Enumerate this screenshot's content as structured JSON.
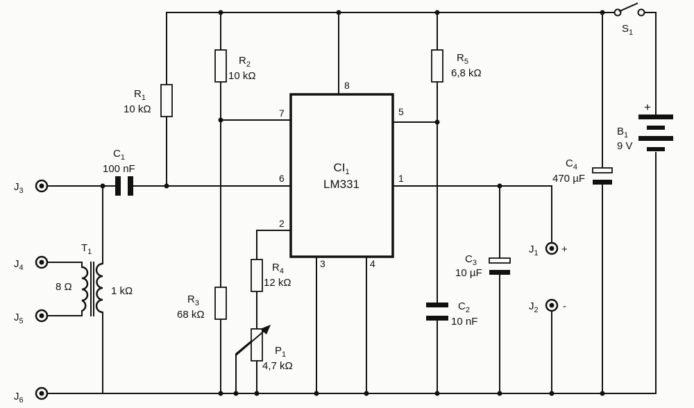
{
  "ic": {
    "name": "CI",
    "sub": "1",
    "part": "LM331",
    "pins": {
      "p1": "1",
      "p2": "2",
      "p3": "3",
      "p4": "4",
      "p5": "5",
      "p6": "6",
      "p7": "7",
      "p8": "8"
    }
  },
  "resistors": {
    "r1": {
      "name": "R",
      "sub": "1",
      "value": "10 kΩ"
    },
    "r2": {
      "name": "R",
      "sub": "2",
      "value": "10 kΩ"
    },
    "r3": {
      "name": "R",
      "sub": "3",
      "value": "68 kΩ"
    },
    "r4": {
      "name": "R",
      "sub": "4",
      "value": "12 kΩ"
    },
    "r5": {
      "name": "R",
      "sub": "5",
      "value": "6,8 kΩ"
    }
  },
  "pot": {
    "name": "P",
    "sub": "1",
    "value": "4,7 kΩ"
  },
  "capacitors": {
    "c1": {
      "name": "C",
      "sub": "1",
      "value": "100 nF"
    },
    "c2": {
      "name": "C",
      "sub": "2",
      "value": "10 nF"
    },
    "c3": {
      "name": "C",
      "sub": "3",
      "value": "10 µF"
    },
    "c4": {
      "name": "C",
      "sub": "4",
      "value": "470 µF"
    }
  },
  "transformer": {
    "name": "T",
    "sub": "1",
    "primary": "8 Ω",
    "secondary": "1 kΩ"
  },
  "battery": {
    "name": "B",
    "sub": "1",
    "value": "9 V",
    "plus": "+"
  },
  "switch": {
    "name": "S",
    "sub": "1"
  },
  "jacks": {
    "j1": {
      "name": "J",
      "sub": "1",
      "sign": "+"
    },
    "j2": {
      "name": "J",
      "sub": "2",
      "sign": "-"
    },
    "j3": {
      "name": "J",
      "sub": "3"
    },
    "j4": {
      "name": "J",
      "sub": "4"
    },
    "j5": {
      "name": "J",
      "sub": "5"
    },
    "j6": {
      "name": "J",
      "sub": "6"
    }
  }
}
